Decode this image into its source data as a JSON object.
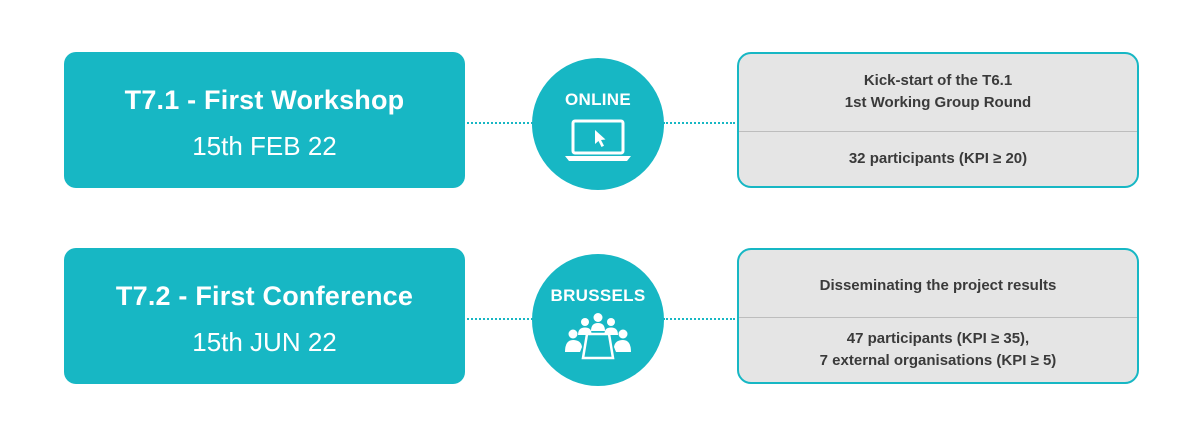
{
  "events": [
    {
      "title": "T7.1 - First Workshop",
      "date": "15th FEB 22",
      "location": "ONLINE",
      "location_icon": "laptop-cursor-icon",
      "description_lines": [
        "Kick-start of the T6.1",
        "1st Working Group Round"
      ],
      "result_lines": [
        "32 participants (KPI ≥ 20)"
      ]
    },
    {
      "title": "T7.2 - First Conference",
      "date": "15th JUN 22",
      "location": "BRUSSELS",
      "location_icon": "meeting-table-icon",
      "description_lines": [
        "Disseminating the project results"
      ],
      "result_lines": [
        "47 participants (KPI ≥ 35),",
        "7 external organisations (KPI ≥ 5)"
      ]
    }
  ],
  "colors": {
    "accent": "#17b7c4",
    "info_background": "#e5e5e5",
    "info_text": "#3a3a3a",
    "white": "#ffffff"
  }
}
